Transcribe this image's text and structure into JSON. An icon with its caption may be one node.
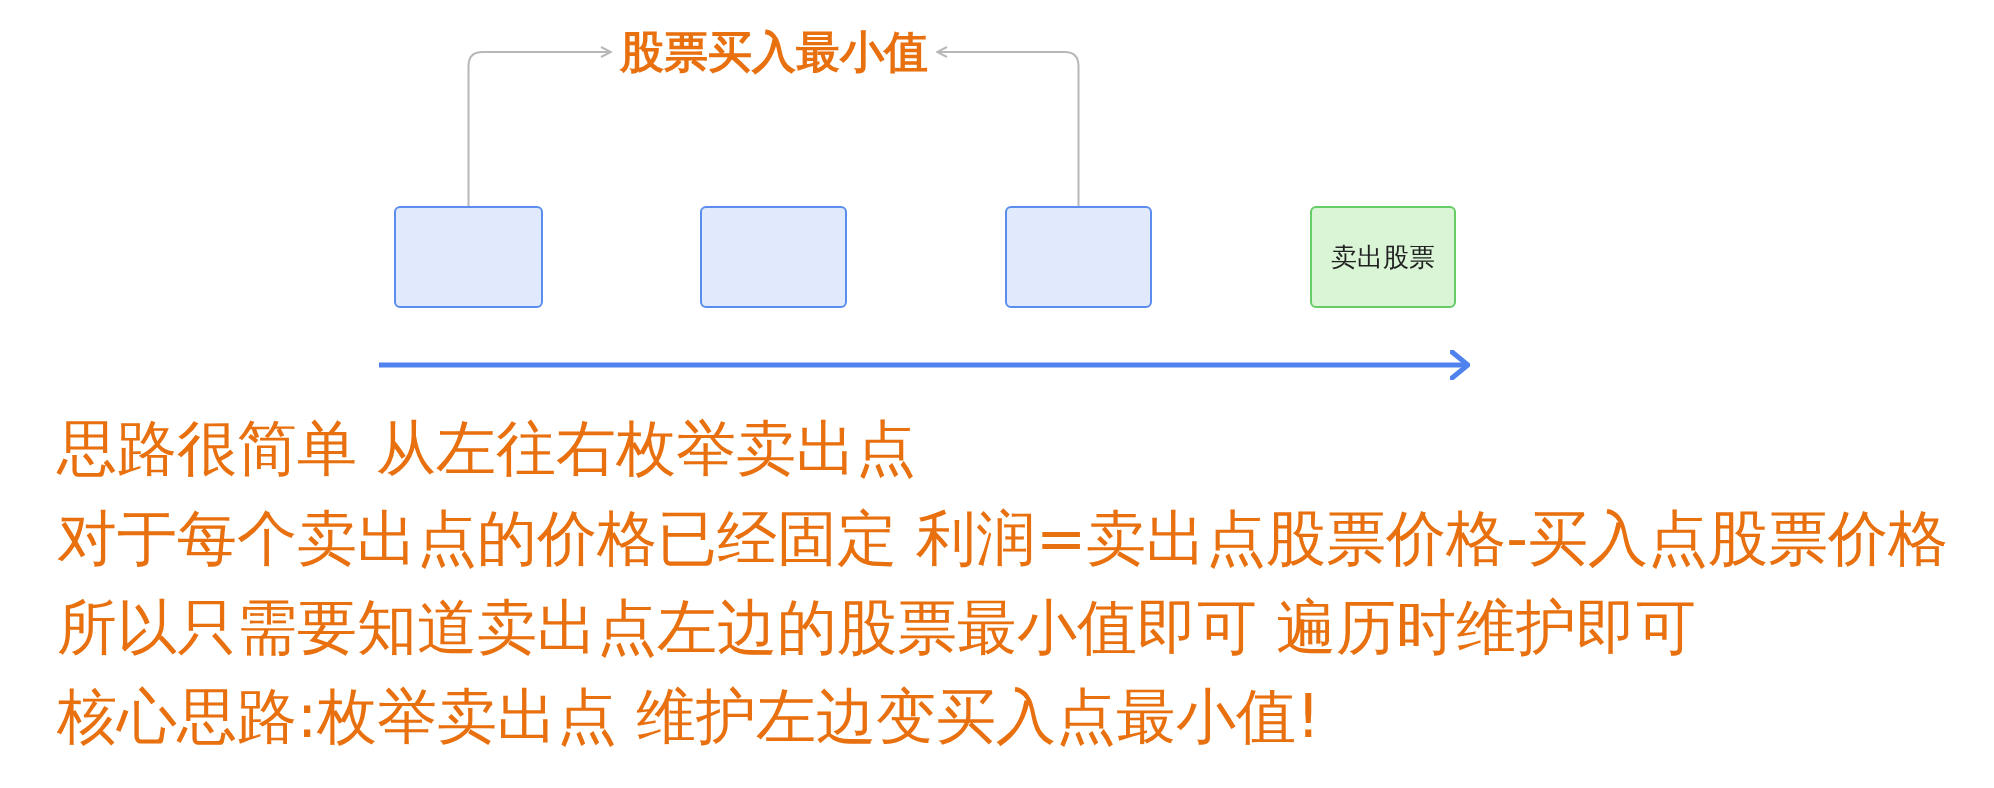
{
  "diagram": {
    "nodes": [
      {
        "text": [
          "股票买入最小值"
        ]
      },
      {
        "text": [],
        "shape": "box"
      },
      {
        "text": [],
        "shape": "box"
      },
      {
        "text": [],
        "shape": "box"
      },
      {
        "text": [
          "卖出股票"
        ]
      }
    ],
    "edges": [
      {
        "from": 1,
        "to": 0,
        "arrow": "to"
      },
      {
        "from": 3,
        "to": 0,
        "arrow": "to"
      }
    ],
    "labels": [
      "思路很简单 从左往右枚举卖出点",
      "对于每个卖出点的价格已经固定 利润=卖出点股票价格-买入点股票价格",
      "所以只需要知道卖出点左边的股票最小值即可 遍历时维护即可",
      "核心思路:枚举卖出点 维护左边变买入点最小值!"
    ]
  }
}
